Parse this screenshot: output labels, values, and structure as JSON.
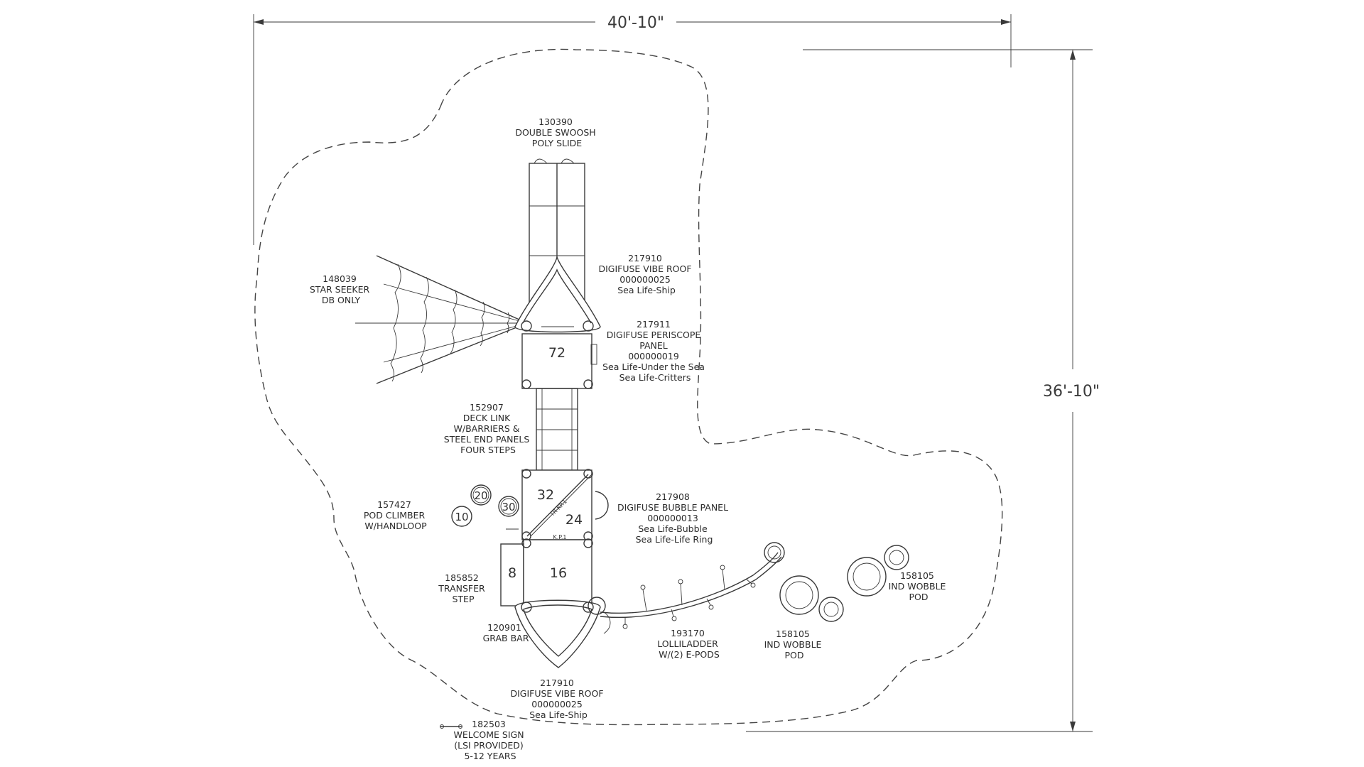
{
  "dimensions": {
    "width_label": "40'-10\"",
    "height_label": "36'-10\""
  },
  "decks": {
    "upper": "72",
    "mid_left": "32",
    "mid_right": "24",
    "lower": "16",
    "transfer": "8",
    "kp_diagonal": "TR-KP.1",
    "kp_small": "K.P.1"
  },
  "pod_numbers": [
    "20",
    "30",
    "10"
  ],
  "components": [
    {
      "id": "slide",
      "lines": [
        "130390",
        "DOUBLE SWOOSH",
        "POLY SLIDE"
      ]
    },
    {
      "id": "roof-top",
      "lines": [
        "217910",
        "DIGIFUSE VIBE ROOF",
        "000000025",
        "Sea Life-Ship"
      ]
    },
    {
      "id": "star-seeker",
      "lines": [
        "148039",
        "STAR SEEKER",
        "DB ONLY"
      ]
    },
    {
      "id": "periscope",
      "lines": [
        "217911",
        "DIGIFUSE PERISCOPE",
        "PANEL",
        "000000019",
        "Sea Life-Under the Sea",
        "Sea Life-Critters"
      ]
    },
    {
      "id": "deck-link",
      "lines": [
        "152907",
        "DECK LINK",
        "W/BARRIERS &",
        "STEEL END PANELS",
        "FOUR STEPS"
      ]
    },
    {
      "id": "bubble-panel",
      "lines": [
        "217908",
        "DIGIFUSE BUBBLE PANEL",
        "000000013",
        "Sea Life-Bubble",
        "Sea Life-Life Ring"
      ]
    },
    {
      "id": "pod-climber",
      "lines": [
        "157427",
        "POD CLIMBER",
        "W/HANDLOOP"
      ]
    },
    {
      "id": "transfer-step",
      "lines": [
        "185852",
        "TRANSFER",
        "STEP"
      ]
    },
    {
      "id": "grab-bar",
      "lines": [
        "120901",
        "GRAB BAR"
      ]
    },
    {
      "id": "loliladder",
      "lines": [
        "193170",
        "LOLLILADDER",
        "W/(2) E-PODS"
      ]
    },
    {
      "id": "wobble-pod-right",
      "lines": [
        "158105",
        "IND WOBBLE",
        "POD"
      ]
    },
    {
      "id": "wobble-pod-center",
      "lines": [
        "158105",
        "IND WOBBLE",
        "POD"
      ]
    },
    {
      "id": "roof-bottom",
      "lines": [
        "217910",
        "DIGIFUSE VIBE ROOF",
        "000000025",
        "Sea Life-Ship"
      ]
    },
    {
      "id": "welcome-sign",
      "lines": [
        "182503",
        "WELCOME SIGN",
        "(LSI PROVIDED)",
        "5-12 YEARS"
      ]
    }
  ]
}
